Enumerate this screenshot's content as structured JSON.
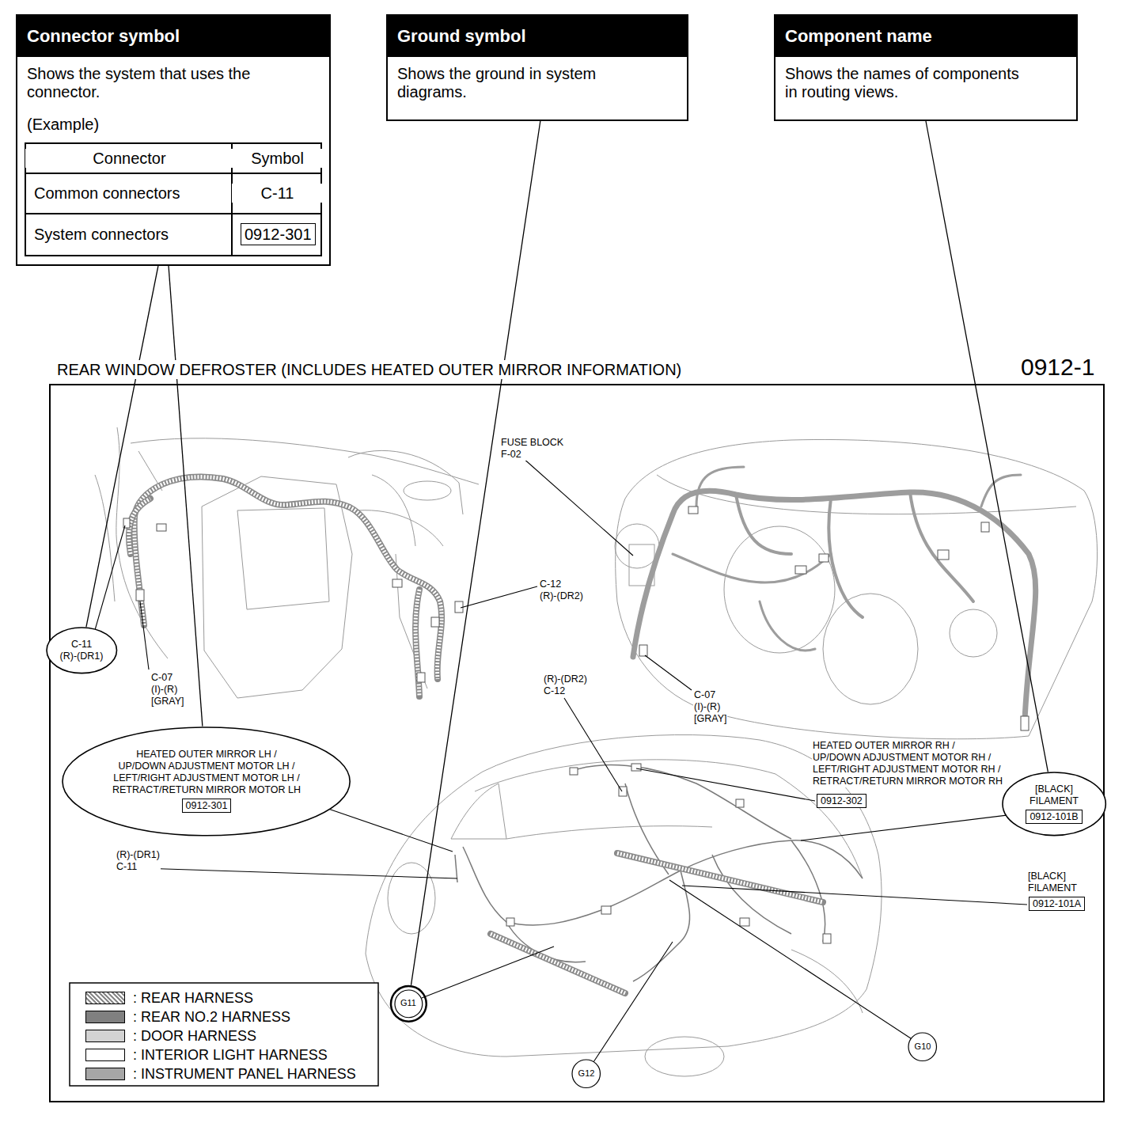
{
  "diagram": {
    "nodes": [
      {
        "text": [
          "Connector symbol",
          "Shows the system that uses the connector.",
          "(Example)"
        ]
      },
      {
        "text": [
          "0912-301"
        ],
        "in": 0
      },
      {
        "text": [
          "Ground symbol",
          "Shows the ground in system diagrams."
        ]
      },
      {
        "text": [
          "Component name",
          "Shows the names of components in routing views."
        ]
      },
      {
        "text": [
          "REAR WINDOW DEFROSTER (INCLUDES HEATED OUTER MIRROR INFORMATION)",
          "0912-1"
        ]
      },
      {
        "text": [
          "C-11 (R)-(DR1)"
        ],
        "in": 4
      },
      {
        "text": [
          "HEATED OUTER MIRROR LH / UP/DOWN ADJUSTMENT MOTOR LH / LEFT/RIGHT ADJUSTMENT MOTOR LH / RETRACT/RETURN MIRROR MOTOR LH"
        ],
        "in": 4
      },
      {
        "text": [
          "0912-301"
        ],
        "in": 6
      },
      {
        "text": [
          "0912-302"
        ],
        "in": 4
      },
      {
        "text": [
          "[BLACK] FILAMENT"
        ],
        "in": 4
      },
      {
        "text": [
          "0912-101B"
        ],
        "in": 9
      },
      {
        "text": [
          "0912-101A"
        ],
        "in": 4
      },
      {
        "text": [
          "G11"
        ],
        "in": 4
      },
      {
        "text": [
          "G10"
        ],
        "in": 4
      },
      {
        "text": [
          "G12"
        ],
        "in": 4
      }
    ],
    "edges": [
      {
        "from": 0,
        "to": 5,
        "arrow": "none"
      },
      {
        "from": 0,
        "to": 6,
        "arrow": "none"
      },
      {
        "from": 2,
        "to": 12,
        "arrow": "none"
      },
      {
        "from": 3,
        "to": 9,
        "arrow": "none"
      }
    ],
    "labels": [
      "Connector",
      "Symbol",
      "Common connectors",
      "C-11",
      "System connectors",
      "FUSE BLOCK F-02",
      "C-12 (R)-(DR2)",
      "C-07 (I)-(R) [GRAY]",
      "(R)-(DR2) C-12",
      "C-07 (I)-(R) [GRAY]",
      "HEATED OUTER MIRROR RH / UP/DOWN ADJUSTMENT MOTOR RH / LEFT/RIGHT ADJUSTMENT MOTOR RH / RETRACT/RETURN MIRROR MOTOR RH",
      "(R)-(DR1) C-11",
      "[BLACK] FILAMENT"
    ],
    "legend": [
      {
        "text": ": REAR HARNESS"
      },
      {
        "text": ": REAR NO.2 HARNESS",
        "color": "#808080"
      },
      {
        "text": ": DOOR HARNESS",
        "color": "#d3d3d3"
      },
      {
        "text": ": INTERIOR LIGHT HARNESS",
        "color": "#ffffff"
      },
      {
        "text": ": INSTRUMENT PANEL HARNESS",
        "color": "#a6a6a6"
      }
    ]
  }
}
